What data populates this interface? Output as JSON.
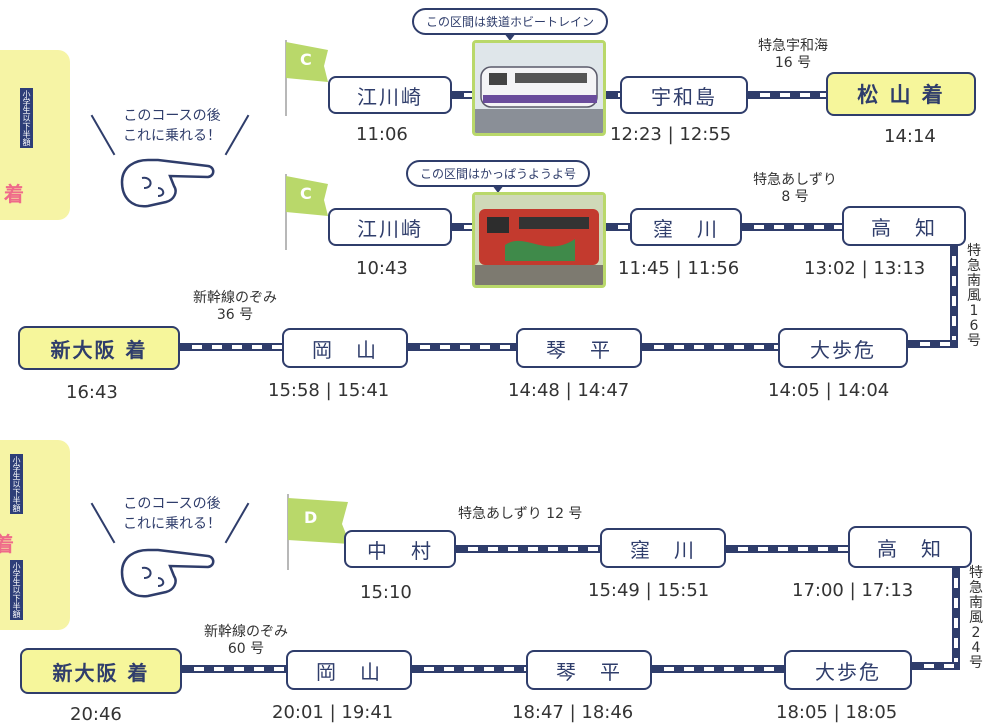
{
  "side": {
    "chip_text": "小学生以下半額",
    "arrive_char": "着"
  },
  "note": {
    "text_top": "このコースの後\nこれに乗れる！",
    "text_bottom": "このコースの後\nこれに乗れる！"
  },
  "course_c1": {
    "flag": "C",
    "bubble": "この区間は鉄道ホビートレイン",
    "stations": [
      "江川崎",
      "宇和島",
      "松 山 着"
    ],
    "times": [
      "11:06",
      "12:23 | 12:55",
      "14:14"
    ],
    "train": "特急宇和海\n16 号"
  },
  "course_c2": {
    "flag": "C",
    "bubble": "この区間はかっぱうようよ号",
    "stations_top": [
      "江川崎",
      "窪　川",
      "高　知"
    ],
    "times_top": [
      "10:43",
      "11:45 | 11:56",
      "13:02 | 13:13"
    ],
    "train_top": "特急あしずり\n8 号",
    "vertical_train": "特急南風16号",
    "stations_bottom": [
      "新大阪 着",
      "岡　山",
      "琴　平",
      "大歩危"
    ],
    "times_bottom": [
      "16:43",
      "15:58 | 15:41",
      "14:48 | 14:47",
      "14:05 | 14:04"
    ],
    "train_bottom": "新幹線のぞみ\n36 号"
  },
  "course_d": {
    "flag": "D",
    "stations_top": [
      "中　村",
      "窪　川",
      "高　知"
    ],
    "times_top": [
      "15:10",
      "15:49 | 15:51",
      "17:00 | 17:13"
    ],
    "train_top": "特急あしずり 12 号",
    "vertical_train": "特急南風24号",
    "stations_bottom": [
      "新大阪 着",
      "岡　山",
      "琴　平",
      "大歩危"
    ],
    "times_bottom": [
      "20:46",
      "20:01 | 19:41",
      "18:47 | 18:46",
      "18:05 | 18:05"
    ],
    "train_bottom": "新幹線のぞみ\n60 号"
  },
  "colors": {
    "navy": "#2f3d6b",
    "destination_fill": "#f6f69b",
    "side_tab": "#f6f4a5",
    "flag_green": "#b9d86a",
    "accent_pink": "#ef6a8a"
  },
  "icons": [
    "pointing-hand-icon",
    "flag-icon",
    "train-photo"
  ]
}
